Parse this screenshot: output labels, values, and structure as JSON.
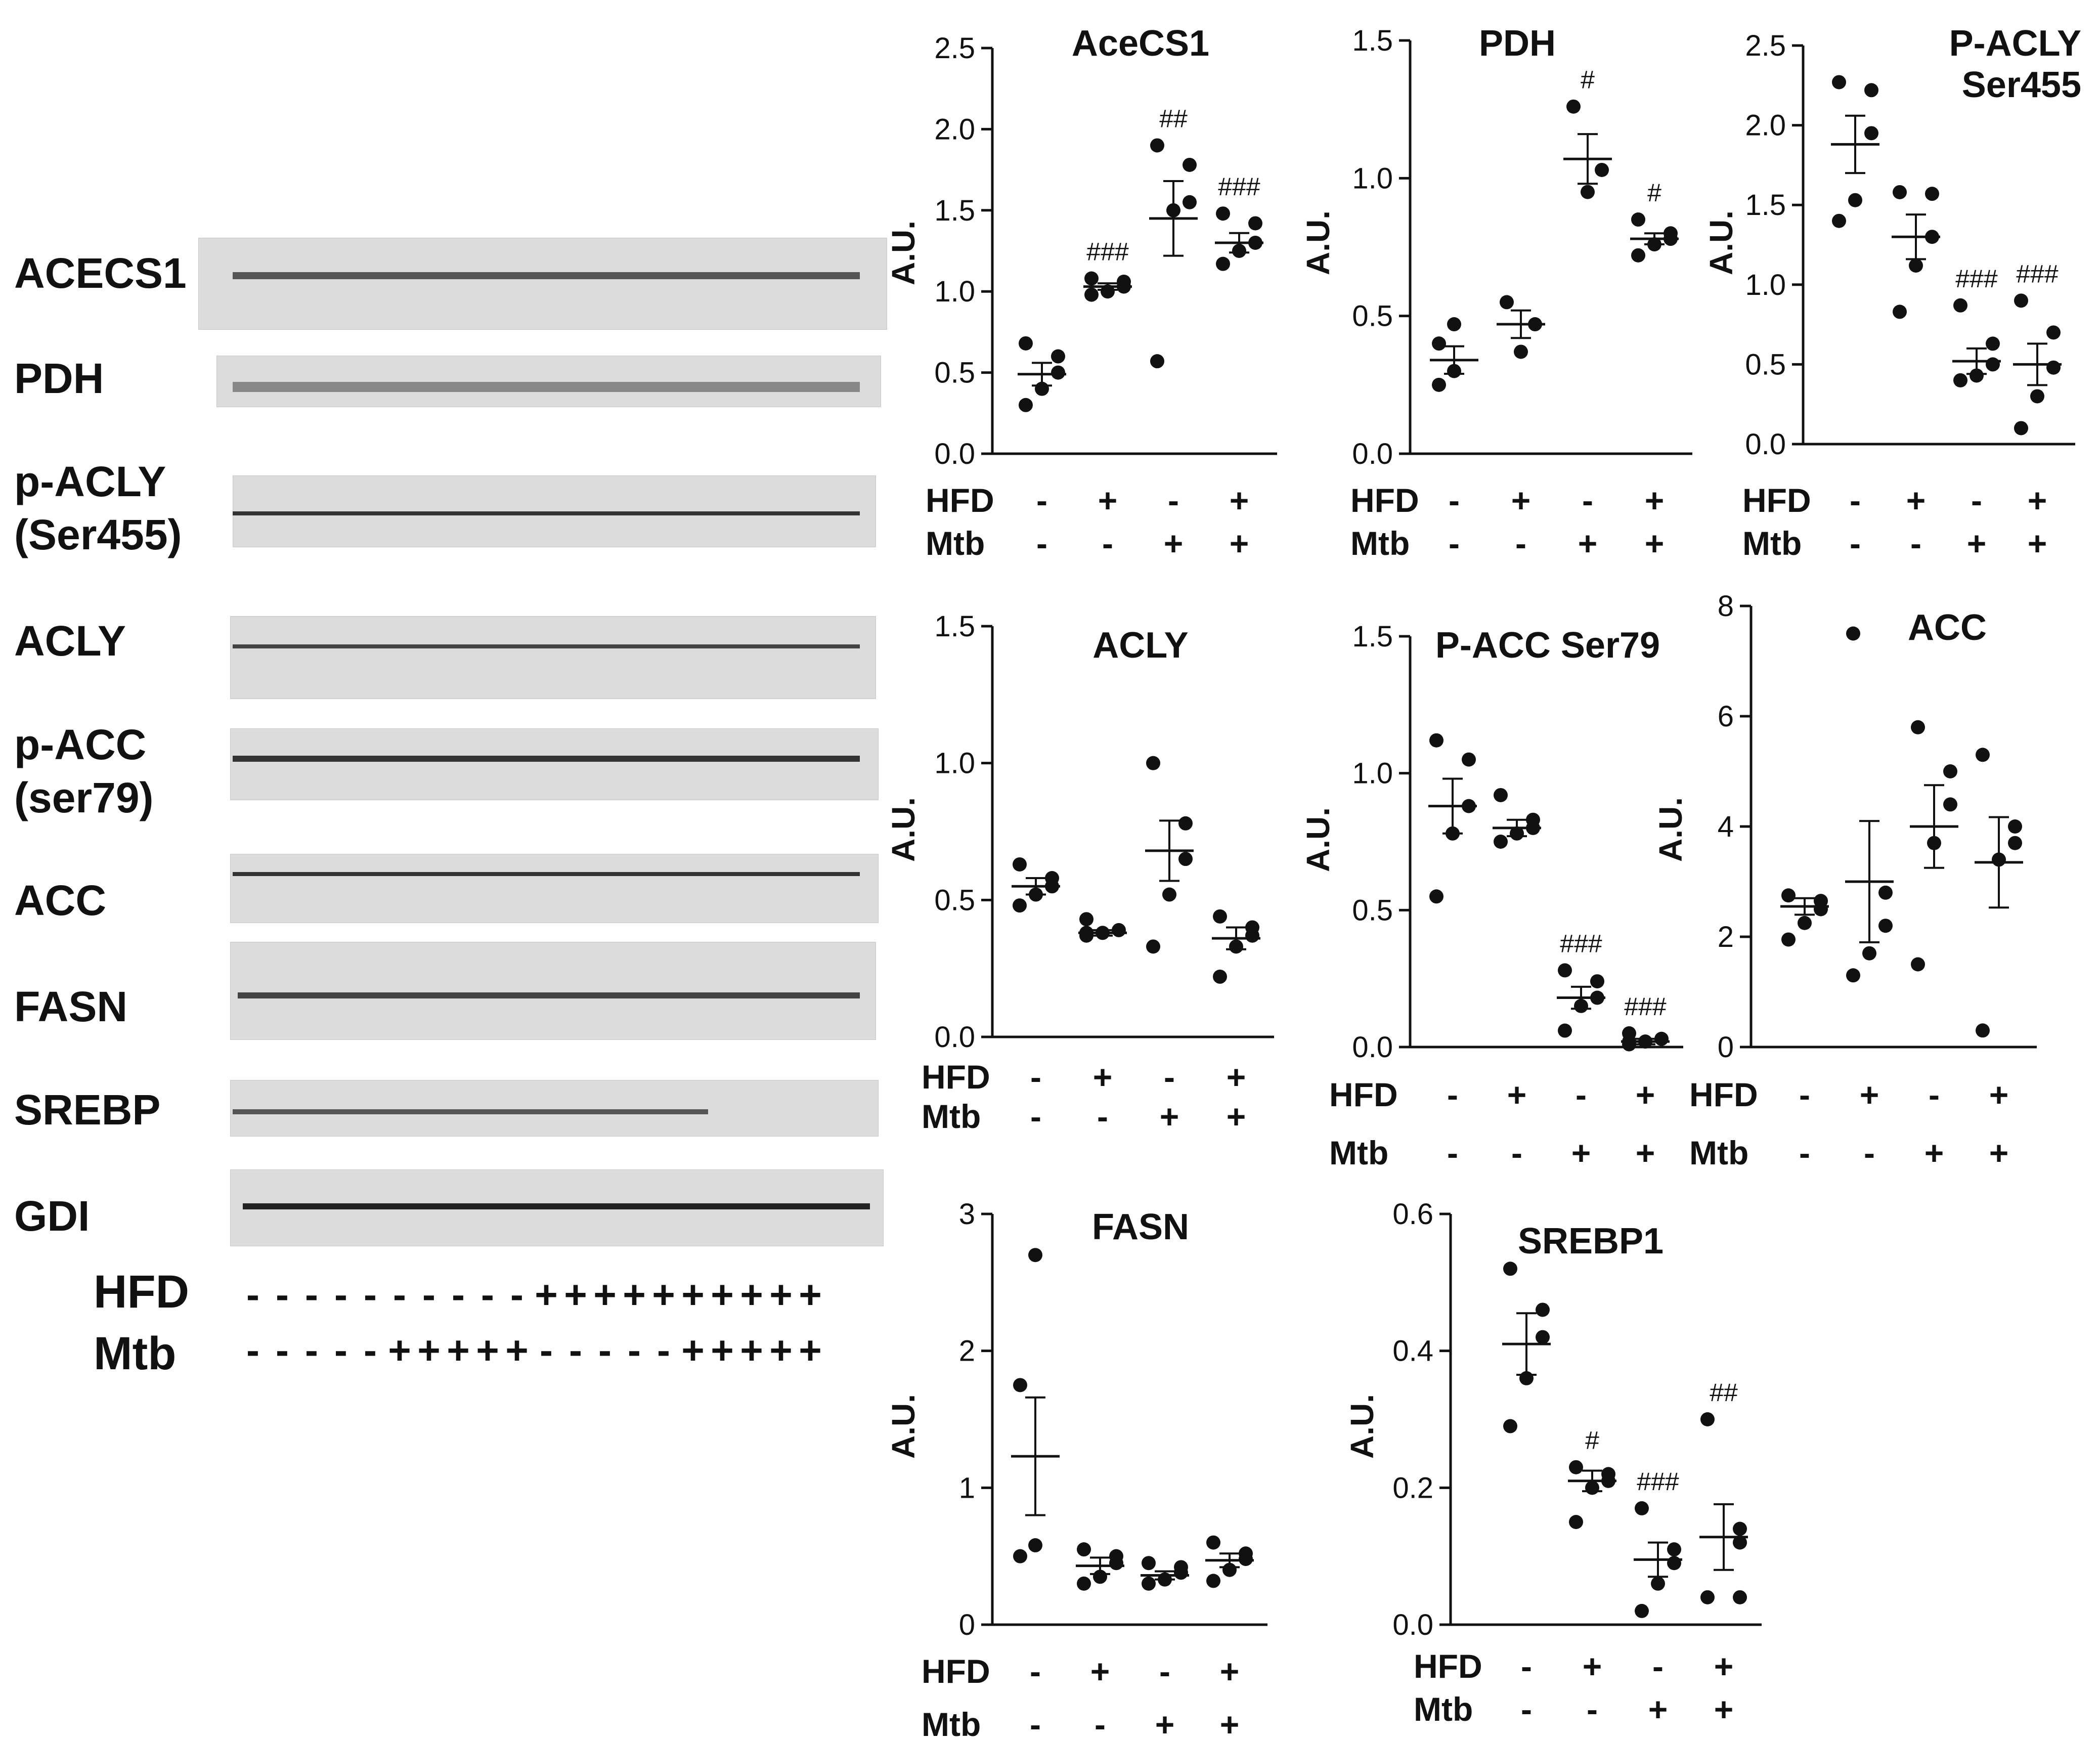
{
  "blot": {
    "labels": [
      "ACECS1",
      "PDH",
      "p-ACLY",
      "(Ser455)",
      "ACLY",
      "p-ACC",
      "(ser79)",
      "ACC",
      "FASN",
      "SREBP",
      "GDI"
    ],
    "lane_rows": [
      {
        "label": "HFD",
        "symbols": [
          "-",
          "-",
          "-",
          "-",
          "-",
          "-",
          "-",
          "-",
          "-",
          "-",
          "+",
          "+",
          "+",
          "+",
          "+",
          "+",
          "+",
          "+",
          "+",
          "+"
        ]
      },
      {
        "label": "Mtb",
        "symbols": [
          "-",
          "-",
          "-",
          "-",
          "-",
          "+",
          "+",
          "+",
          "+",
          "+",
          "-",
          "-",
          "-",
          "-",
          "-",
          "+",
          "+",
          "+",
          "+",
          "+"
        ]
      }
    ]
  },
  "chart_data": [
    {
      "type": "scatter",
      "title": [
        "AceCS1"
      ],
      "ylabel": "A.U.",
      "ylim": [
        0,
        2.5
      ],
      "yticks": [
        "0.0",
        "0.5",
        "1.0",
        "1.5",
        "2.0",
        "2.5"
      ],
      "groups": [
        {
          "points": [
            0.3,
            0.4,
            0.5,
            0.6,
            0.68
          ],
          "mean": 0.49,
          "sem": 0.07,
          "sig": ""
        },
        {
          "points": [
            0.98,
            1.0,
            1.03,
            1.06,
            1.08
          ],
          "mean": 1.03,
          "sem": 0.02,
          "sig": "###"
        },
        {
          "points": [
            0.57,
            1.5,
            1.55,
            1.78,
            1.9
          ],
          "mean": 1.45,
          "sem": 0.23,
          "sig": "##"
        },
        {
          "points": [
            1.17,
            1.25,
            1.3,
            1.42,
            1.48
          ],
          "mean": 1.3,
          "sem": 0.06,
          "sig": "###"
        }
      ],
      "conditions": [
        {
          "label": "HFD",
          "values": [
            "-",
            "+",
            "-",
            "+"
          ]
        },
        {
          "label": "Mtb",
          "values": [
            "-",
            "-",
            "+",
            "+"
          ]
        }
      ]
    },
    {
      "type": "scatter",
      "title": [
        "PDH"
      ],
      "ylabel": "A.U.",
      "ylim": [
        0,
        1.5
      ],
      "yticks": [
        "0.0",
        "0.5",
        "1.0",
        "1.5"
      ],
      "groups": [
        {
          "points": [
            0.25,
            0.3,
            0.4,
            0.47
          ],
          "mean": 0.34,
          "sem": 0.05,
          "sig": ""
        },
        {
          "points": [
            0.37,
            0.47,
            0.55
          ],
          "mean": 0.47,
          "sem": 0.05,
          "sig": ""
        },
        {
          "points": [
            0.95,
            1.03,
            1.26
          ],
          "mean": 1.07,
          "sem": 0.09,
          "sig": "#"
        },
        {
          "points": [
            0.72,
            0.76,
            0.78,
            0.8,
            0.85
          ],
          "mean": 0.78,
          "sem": 0.02,
          "sig": "#"
        }
      ],
      "conditions": [
        {
          "label": "HFD",
          "values": [
            "-",
            "+",
            "-",
            "+"
          ]
        },
        {
          "label": "Mtb",
          "values": [
            "-",
            "-",
            "+",
            "+"
          ]
        }
      ]
    },
    {
      "type": "scatter",
      "title": [
        "P-ACLY",
        "Ser455"
      ],
      "ylabel": "A.U.",
      "ylim": [
        0,
        2.5
      ],
      "yticks": [
        "0.0",
        "0.5",
        "1.0",
        "1.5",
        "2.0",
        "2.5"
      ],
      "groups": [
        {
          "points": [
            1.4,
            1.53,
            1.95,
            2.22,
            2.27
          ],
          "mean": 1.88,
          "sem": 0.18,
          "sig": ""
        },
        {
          "points": [
            0.83,
            1.12,
            1.3,
            1.57,
            1.58
          ],
          "mean": 1.3,
          "sem": 0.14,
          "sig": ""
        },
        {
          "points": [
            0.4,
            0.43,
            0.5,
            0.63,
            0.87
          ],
          "mean": 0.52,
          "sem": 0.08,
          "sig": "###"
        },
        {
          "points": [
            0.1,
            0.3,
            0.48,
            0.7,
            0.9
          ],
          "mean": 0.5,
          "sem": 0.13,
          "sig": "###"
        }
      ],
      "conditions": [
        {
          "label": "HFD",
          "values": [
            "-",
            "+",
            "-",
            "+"
          ]
        },
        {
          "label": "Mtb",
          "values": [
            "-",
            "-",
            "+",
            "+"
          ]
        }
      ]
    },
    {
      "type": "scatter",
      "title": [
        "ACLY"
      ],
      "ylabel": "A.U.",
      "ylim": [
        0,
        1.5
      ],
      "yticks": [
        "0.0",
        "0.5",
        "1.0",
        "1.5"
      ],
      "groups": [
        {
          "points": [
            0.48,
            0.52,
            0.55,
            0.58,
            0.63
          ],
          "mean": 0.55,
          "sem": 0.03,
          "sig": ""
        },
        {
          "points": [
            0.37,
            0.38,
            0.38,
            0.39,
            0.43
          ],
          "mean": 0.38,
          "sem": 0.01,
          "sig": ""
        },
        {
          "points": [
            0.33,
            0.52,
            0.65,
            0.78,
            1.0
          ],
          "mean": 0.68,
          "sem": 0.11,
          "sig": ""
        },
        {
          "points": [
            0.22,
            0.33,
            0.37,
            0.4,
            0.44
          ],
          "mean": 0.36,
          "sem": 0.04,
          "sig": ""
        }
      ],
      "conditions": [
        {
          "label": "HFD",
          "values": [
            "-",
            "+",
            "-",
            "+"
          ]
        },
        {
          "label": "Mtb",
          "values": [
            "-",
            "-",
            "+",
            "+"
          ]
        }
      ]
    },
    {
      "type": "scatter",
      "title": [
        "P-ACC Ser79"
      ],
      "ylabel": "A.U.",
      "ylim": [
        0,
        1.5
      ],
      "yticks": [
        "0.0",
        "0.5",
        "1.0",
        "1.5"
      ],
      "groups": [
        {
          "points": [
            0.55,
            0.78,
            0.88,
            1.05,
            1.12
          ],
          "mean": 0.88,
          "sem": 0.1,
          "sig": ""
        },
        {
          "points": [
            0.75,
            0.78,
            0.8,
            0.83,
            0.92
          ],
          "mean": 0.8,
          "sem": 0.03,
          "sig": ""
        },
        {
          "points": [
            0.06,
            0.15,
            0.18,
            0.24,
            0.28
          ],
          "mean": 0.18,
          "sem": 0.04,
          "sig": "###"
        },
        {
          "points": [
            0.01,
            0.02,
            0.02,
            0.03,
            0.05
          ],
          "mean": 0.02,
          "sem": 0.01,
          "sig": "###"
        }
      ],
      "conditions": [
        {
          "label": "HFD",
          "values": [
            "-",
            "+",
            "-",
            "+"
          ]
        },
        {
          "label": "Mtb",
          "values": [
            "-",
            "-",
            "+",
            "+"
          ]
        }
      ]
    },
    {
      "type": "scatter",
      "title": [
        "ACC"
      ],
      "ylabel": "A.U.",
      "ylim": [
        0,
        8
      ],
      "yticks": [
        "0",
        "2",
        "4",
        "6",
        "8"
      ],
      "groups": [
        {
          "points": [
            1.95,
            2.25,
            2.5,
            2.65,
            2.75
          ],
          "mean": 2.55,
          "sem": 0.15,
          "sig": ""
        },
        {
          "points": [
            1.3,
            1.7,
            2.2,
            2.8,
            7.5
          ],
          "mean": 3.0,
          "sem": 1.1,
          "sig": ""
        },
        {
          "points": [
            1.5,
            3.7,
            4.4,
            5.0,
            5.8
          ],
          "mean": 4.0,
          "sem": 0.75,
          "sig": ""
        },
        {
          "points": [
            0.3,
            3.4,
            3.7,
            4.0,
            5.3
          ],
          "mean": 3.35,
          "sem": 0.82,
          "sig": ""
        }
      ],
      "conditions": [
        {
          "label": "HFD",
          "values": [
            "-",
            "+",
            "-",
            "+"
          ]
        },
        {
          "label": "Mtb",
          "values": [
            "-",
            "-",
            "+",
            "+"
          ]
        }
      ]
    },
    {
      "type": "scatter",
      "title": [
        "FASN"
      ],
      "ylabel": "A.U.",
      "ylim": [
        0,
        3
      ],
      "yticks": [
        "0",
        "1",
        "2",
        "3"
      ],
      "groups": [
        {
          "points": [
            0.5,
            0.58,
            1.75,
            2.7
          ],
          "mean": 1.23,
          "sem": 0.43,
          "sig": ""
        },
        {
          "points": [
            0.3,
            0.35,
            0.45,
            0.5,
            0.55
          ],
          "mean": 0.43,
          "sem": 0.06,
          "sig": ""
        },
        {
          "points": [
            0.3,
            0.33,
            0.38,
            0.42,
            0.45
          ],
          "mean": 0.36,
          "sem": 0.03,
          "sig": ""
        },
        {
          "points": [
            0.32,
            0.4,
            0.48,
            0.52,
            0.6
          ],
          "mean": 0.47,
          "sem": 0.05,
          "sig": ""
        }
      ],
      "conditions": [
        {
          "label": "HFD",
          "values": [
            "-",
            "+",
            "-",
            "+"
          ]
        },
        {
          "label": "Mtb",
          "values": [
            "-",
            "-",
            "+",
            "+"
          ]
        }
      ]
    },
    {
      "type": "scatter",
      "title": [
        "SREBP1"
      ],
      "ylabel": "A.U.",
      "ylim": [
        0,
        0.6
      ],
      "yticks": [
        "0.0",
        "0.2",
        "0.4",
        "0.6"
      ],
      "groups": [
        {
          "points": [
            0.29,
            0.36,
            0.42,
            0.46,
            0.52
          ],
          "mean": 0.41,
          "sem": 0.045,
          "sig": ""
        },
        {
          "points": [
            0.15,
            0.2,
            0.21,
            0.22,
            0.23
          ],
          "mean": 0.21,
          "sem": 0.015,
          "sig": "#"
        },
        {
          "points": [
            0.02,
            0.06,
            0.09,
            0.11,
            0.17
          ],
          "mean": 0.095,
          "sem": 0.025,
          "sig": "###"
        },
        {
          "points": [
            0.04,
            0.04,
            0.12,
            0.14,
            0.3
          ],
          "mean": 0.128,
          "sem": 0.048,
          "sig": "##"
        }
      ],
      "conditions": [
        {
          "label": "HFD",
          "values": [
            "-",
            "+",
            "-",
            "+"
          ]
        },
        {
          "label": "Mtb",
          "values": [
            "-",
            "-",
            "+",
            "+"
          ]
        }
      ]
    }
  ]
}
